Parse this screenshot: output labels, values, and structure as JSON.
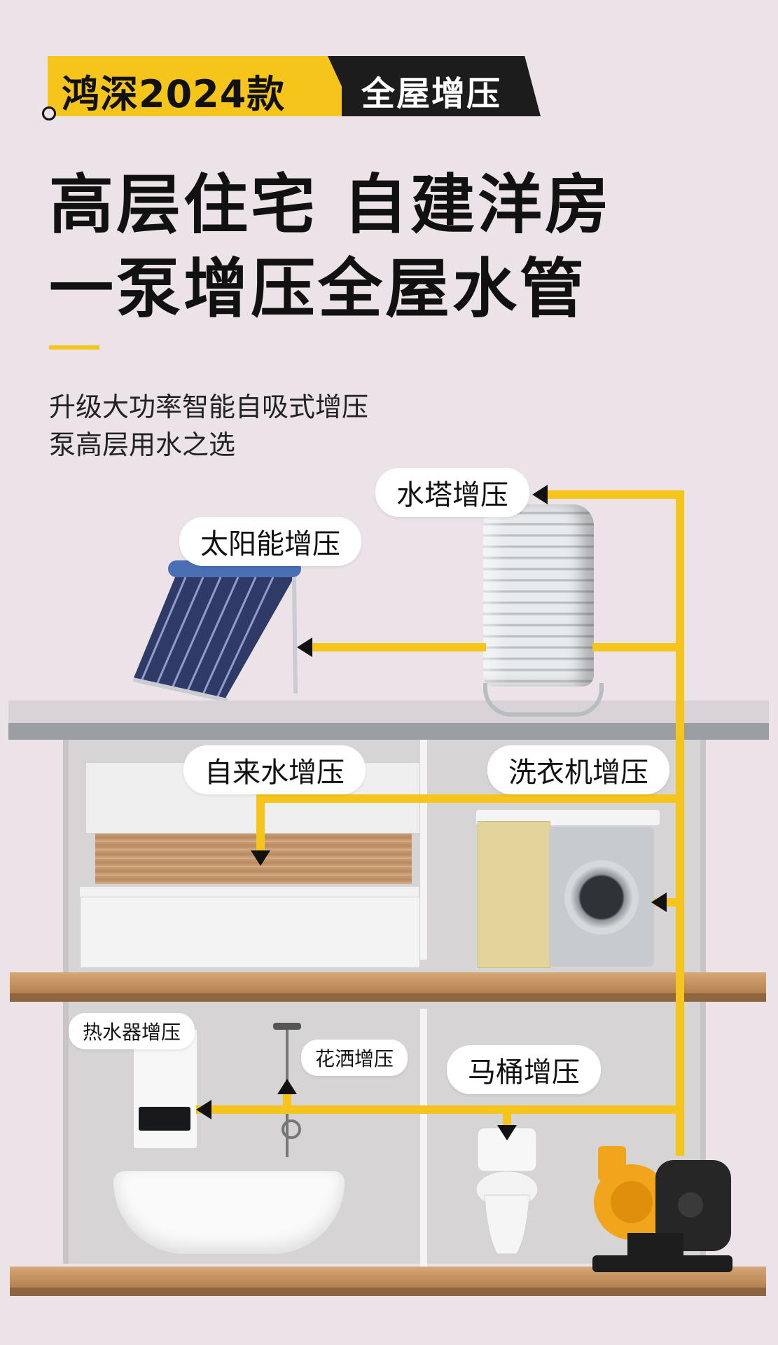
{
  "header": {
    "brand_year": "鸿深2024款",
    "tagline": "全屋增压"
  },
  "headline": {
    "line1": "高层住宅 自建洋房",
    "line2": "一泵增压全屋水管"
  },
  "subtitle": {
    "line1": "升级大功率智能自吸式增压",
    "line2": "泵高层用水之选"
  },
  "labels": {
    "water_tower": "水塔增压",
    "solar": "太阳能增压",
    "tap_water": "自来水增压",
    "washer": "洗衣机增压",
    "heater": "热水器增压",
    "shower": "花洒增压",
    "toilet": "马桶增压"
  },
  "colors": {
    "accent": "#f6c51b",
    "dark": "#1c1c1c",
    "background": "#ebe3e8"
  }
}
